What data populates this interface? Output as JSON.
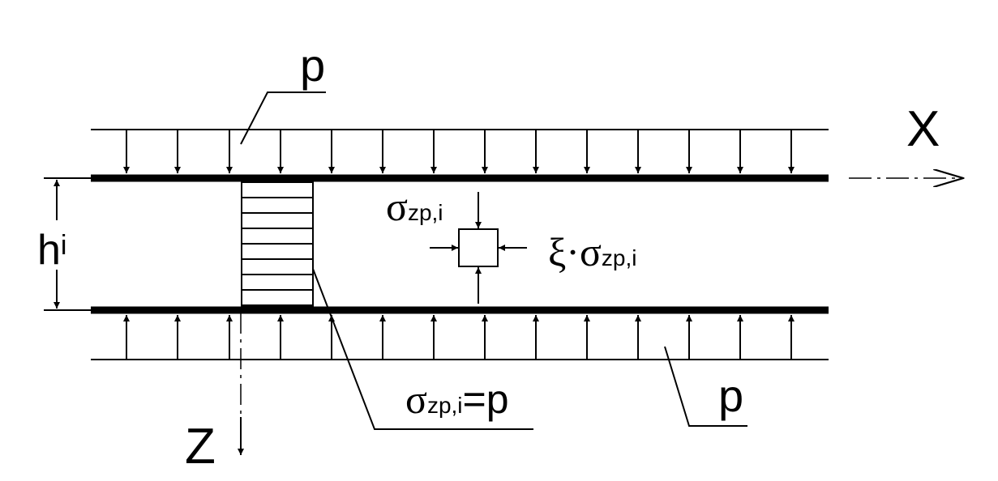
{
  "labels": {
    "load_top": "p",
    "load_bottom": "p",
    "axis_x": "X",
    "axis_z": "Z",
    "thickness_main": "h",
    "thickness_sub": "i",
    "sigma_symbol": "σ",
    "sigma_subscript": "zp,i",
    "xi_prefix": "ξ·",
    "equals_p": "=p"
  },
  "colors": {
    "ink": "#000000",
    "background": "#ffffff"
  }
}
